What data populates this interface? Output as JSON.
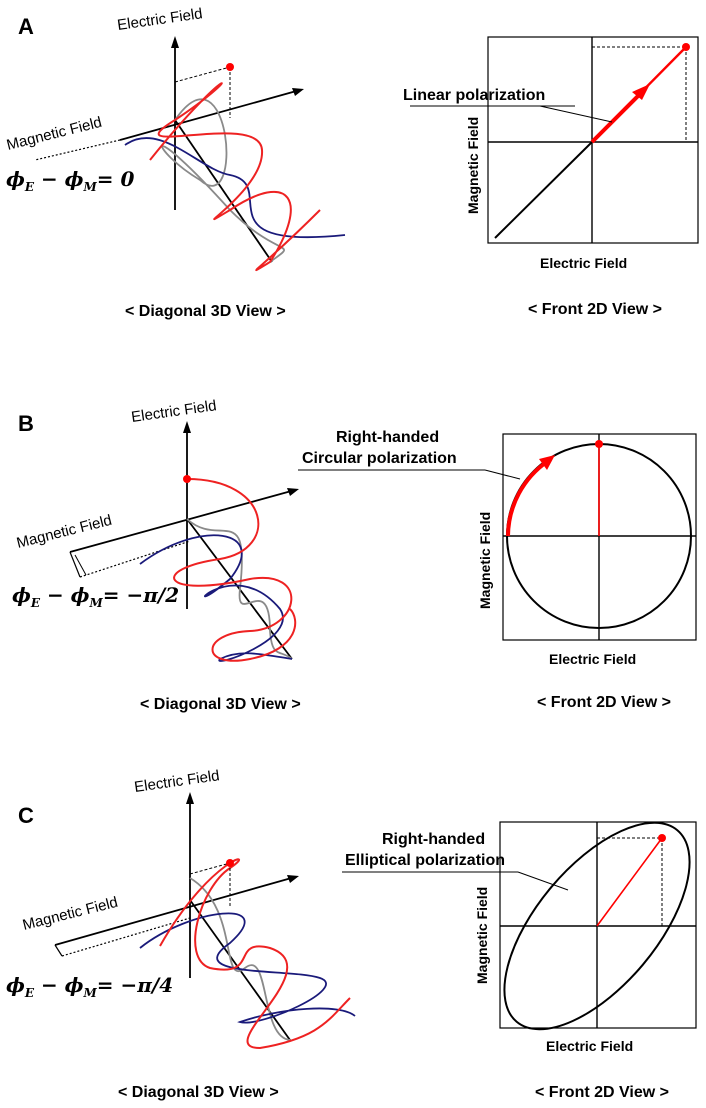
{
  "panels": [
    {
      "letter": "A",
      "electric_field_label": "Electric Field",
      "magnetic_field_label": "Magnetic Field",
      "phase_expr": "= 0",
      "callout": [
        "Linear polarization"
      ],
      "front_x_label": "Electric Field",
      "front_y_label": "Magnetic Field",
      "diag_caption": "< Diagonal 3D View >",
      "front_caption": "< Front 2D View >"
    },
    {
      "letter": "B",
      "electric_field_label": "Electric Field",
      "magnetic_field_label": "Magnetic Field",
      "phase_expr": "= −π/2",
      "callout": [
        "Right-handed",
        "Circular polarization"
      ],
      "front_x_label": "Electric Field",
      "front_y_label": "Magnetic Field",
      "diag_caption": "< Diagonal 3D View >",
      "front_caption": "< Front 2D View >"
    },
    {
      "letter": "C",
      "electric_field_label": "Electric Field",
      "magnetic_field_label": "Magnetic Field",
      "phase_expr": "= −π/4",
      "callout": [
        "Right-handed",
        "Elliptical polarization"
      ],
      "front_x_label": "Electric Field",
      "front_y_label": "Magnetic Field",
      "diag_caption": "< Diagonal 3D View >",
      "front_caption": "< Front 2D View >"
    }
  ],
  "colors": {
    "electric_wave": "#ee2222",
    "magnetic_wave": "#1a1a7a",
    "projection_wave": "#8a8a8a",
    "highlight": "#ff0000",
    "line": "#000000"
  }
}
